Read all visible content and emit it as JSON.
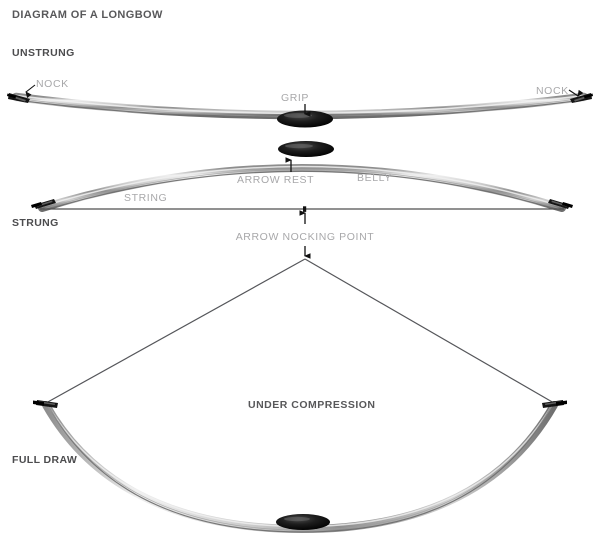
{
  "diagram": {
    "title": "DIAGRAM OF A LONGBOW",
    "sections": {
      "unstrung": "UNSTRUNG",
      "strung": "STRUNG",
      "full_draw": "FULL DRAW"
    },
    "labels": {
      "nock_left": "NOCK",
      "nock_right": "NOCK",
      "grip": "GRIP",
      "arrow_rest": "ARROW REST",
      "belly": "BELLY",
      "string": "STRING",
      "arrow_nocking_point": "ARROW NOCKING POINT",
      "under_compression": "UNDER COMPRESSION"
    },
    "colors": {
      "background": "#ffffff",
      "heading_text": "#58585a",
      "section_text": "#4c4c4e",
      "part_label_text": "#a8a8aa",
      "limb_light": "#d9d9d9",
      "limb_mid": "#9a9a9a",
      "limb_dark": "#6a6a6a",
      "grip_dark": "#111111",
      "string_line": "#5b5b5b",
      "arrow_marker": "#111111"
    }
  }
}
